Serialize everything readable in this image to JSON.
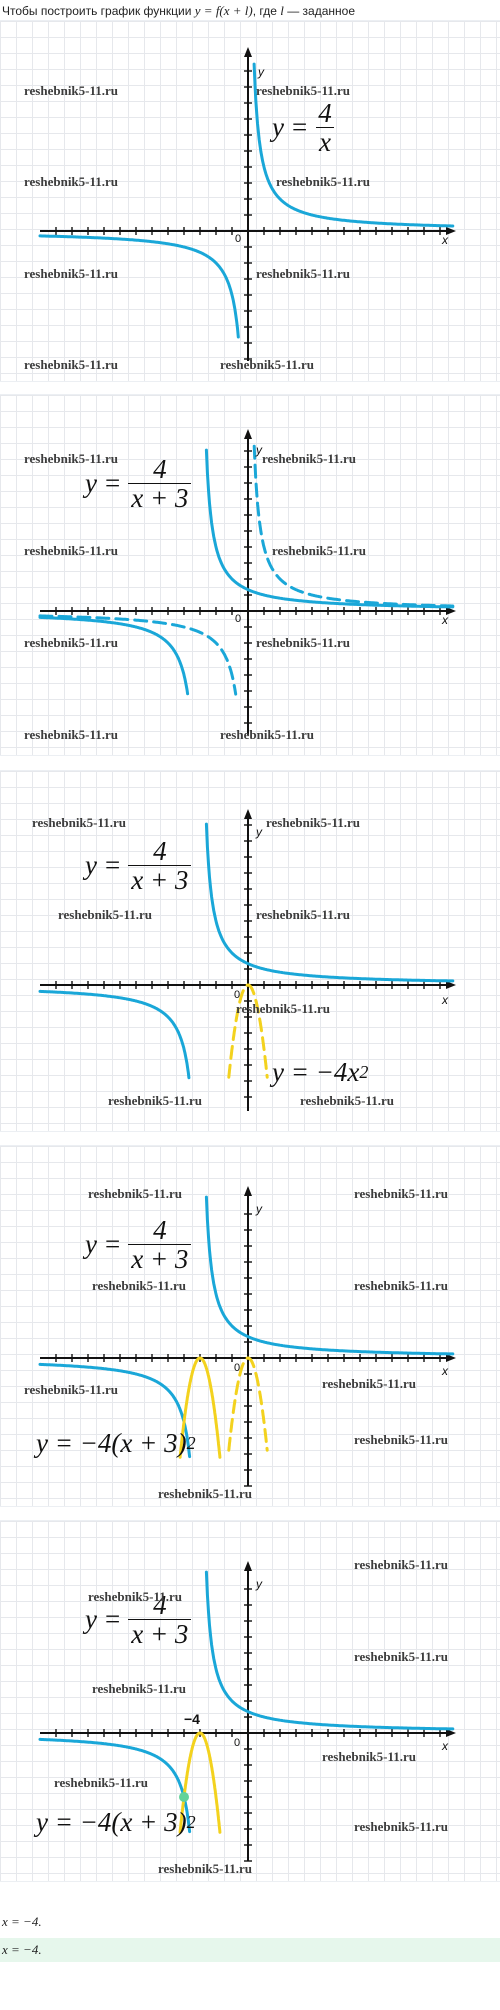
{
  "intro": {
    "text_before": "Чтобы построить график функции ",
    "formula": "y = f(x + l)",
    "text_after": ", где ",
    "var": "l",
    "text_end": " — заданное"
  },
  "axis": {
    "x_label": "x",
    "y_label": "y",
    "origin_label": "0"
  },
  "watermark": "reshebnik5-11.ru",
  "colors": {
    "blue": "#1aa7d8",
    "yellow": "#f3d21e",
    "green": "#62d39a",
    "grid": "#e6e8ec"
  },
  "formulas": {
    "hyp1_lhs": "y",
    "hyp1_num": "4",
    "hyp1_den": "x",
    "hyp_shift_lhs": "y",
    "hyp_shift_num": "4",
    "hyp_shift_den": "x + 3",
    "parab": "y = −4x",
    "parab_exp": "2",
    "parab_shift": "y = −4(x + 3)",
    "parab_shift_exp": "2",
    "eq": "="
  },
  "tick_minus4": "−4",
  "answers": {
    "line1": "x = −4.",
    "line2": "x = −4."
  }
}
